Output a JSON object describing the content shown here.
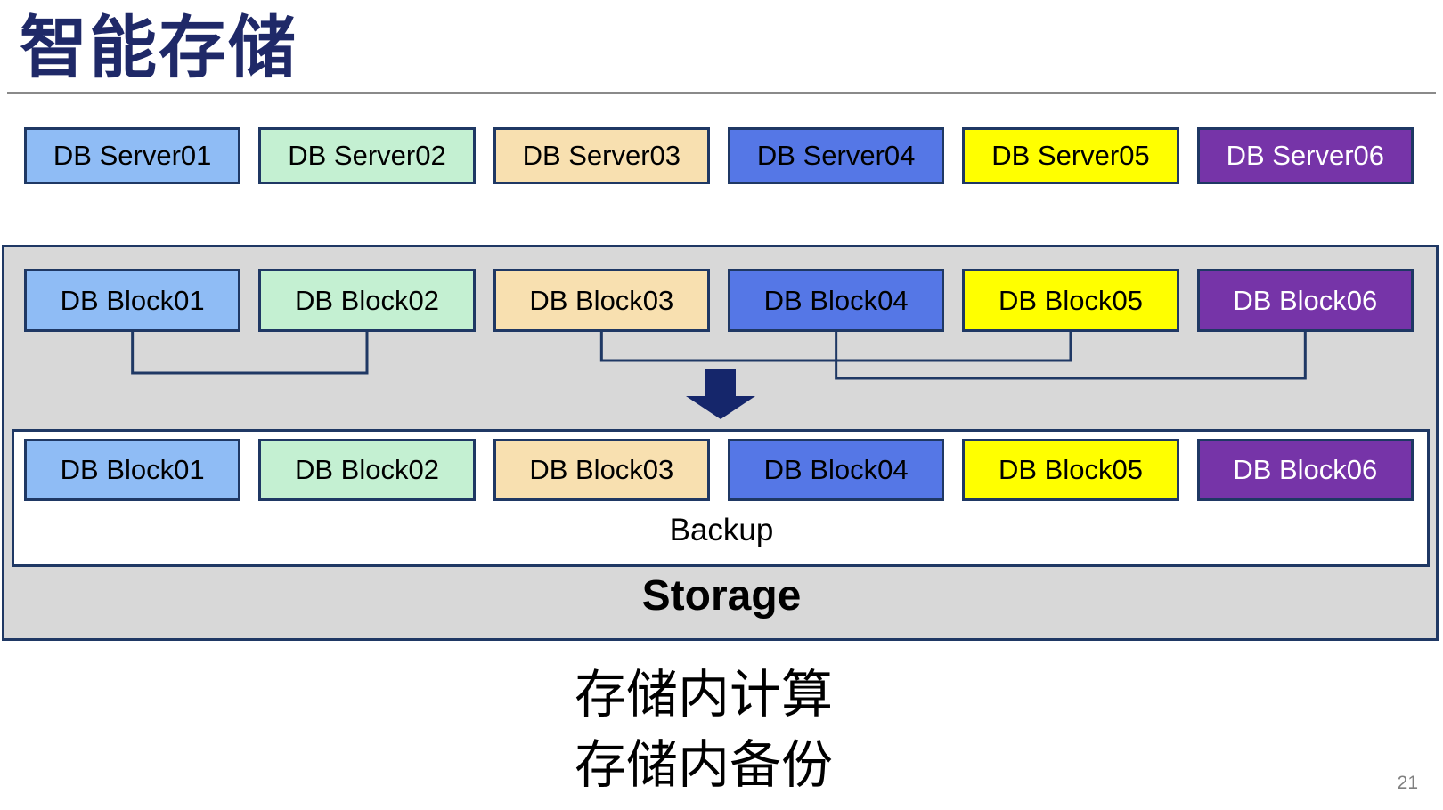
{
  "slide": {
    "title": "智能存储",
    "page_number": "21",
    "caption_lines": [
      "存储内计算",
      "存储内备份"
    ]
  },
  "colors": {
    "title": "#1F2968",
    "underline": "#8A8A8A",
    "box_border": "#1F3864",
    "connector": "#1F3864",
    "arrow": "#15266B",
    "container_fill": "#D8D8D8",
    "page_number": "#808080"
  },
  "palette": [
    {
      "name": "light-blue",
      "fill": "#8FBCF5",
      "text": "#000000"
    },
    {
      "name": "light-green",
      "fill": "#C4F0D2",
      "text": "#000000"
    },
    {
      "name": "tan",
      "fill": "#F8E0B0",
      "text": "#000000"
    },
    {
      "name": "medium-blue",
      "fill": "#5577E6",
      "text": "#000000"
    },
    {
      "name": "yellow",
      "fill": "#FFFF00",
      "text": "#000000"
    },
    {
      "name": "purple",
      "fill": "#7634A8",
      "text": "#FFFFFF"
    }
  ],
  "server_row": [
    "DB Server01",
    "DB Server02",
    "DB Server03",
    "DB Server04",
    "DB Server05",
    "DB Server06"
  ],
  "storage_container": {
    "top_blocks": [
      "DB Block01",
      "DB Block02",
      "DB Block03",
      "DB Block04",
      "DB Block05",
      "DB Block06"
    ],
    "bottom_blocks": [
      "DB Block01",
      "DB Block02",
      "DB Block03",
      "DB Block04",
      "DB Block05",
      "DB Block06"
    ],
    "backup_label": "Backup",
    "storage_label": "Storage"
  },
  "connections": [
    {
      "from_index": 0,
      "to_index": 1,
      "drop": 48
    },
    {
      "from_index": 2,
      "to_index": 4,
      "drop": 34
    },
    {
      "from_index": 3,
      "to_index": 5,
      "drop": 54
    }
  ]
}
